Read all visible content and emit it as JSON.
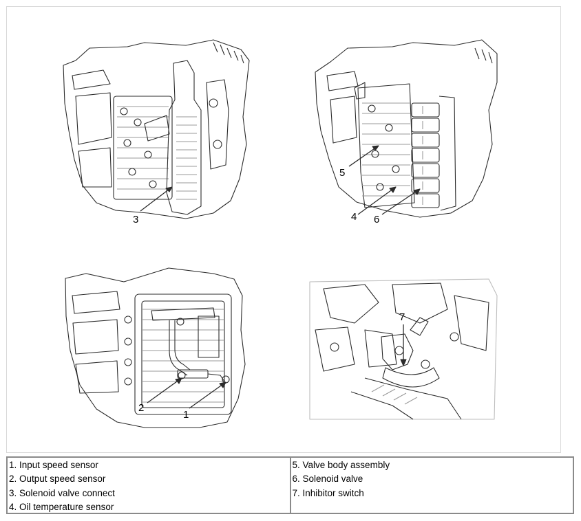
{
  "callouts": {
    "c1": "1",
    "c2": "2",
    "c3": "3",
    "c4": "4",
    "c5": "5",
    "c6": "6",
    "c7": "7"
  },
  "legend": {
    "left": [
      "1. Input speed sensor",
      "2. Output speed sensor",
      "3. Solenoid valve connect",
      "4. Oil temperature sensor"
    ],
    "right": [
      "5. Valve body assembly",
      "6. Solenoid valve",
      "7. Inhibitor switch"
    ]
  },
  "colors": {
    "line": "#2b2b2b",
    "hatch": "#9a9a9a",
    "border": "#8a8a8a"
  }
}
